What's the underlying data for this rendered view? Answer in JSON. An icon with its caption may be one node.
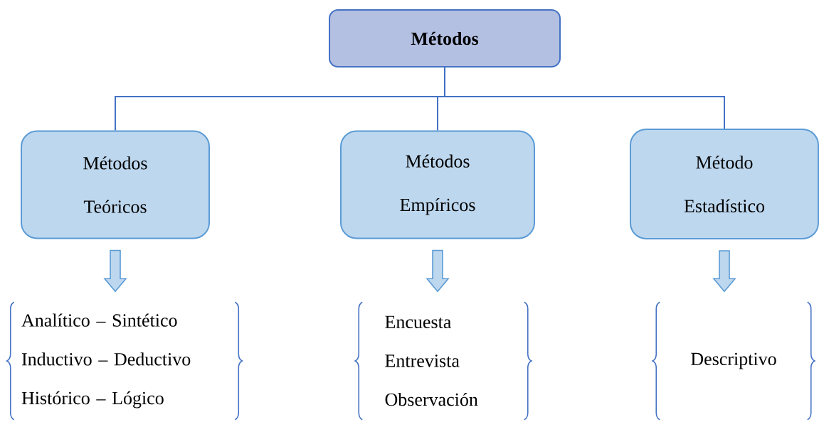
{
  "diagram": {
    "nodes": [
      {
        "text": [
          "Métodos"
        ]
      },
      {
        "text": [
          "Métodos Teóricos"
        ]
      },
      {
        "text": [
          "Métodos Empíricos"
        ]
      },
      {
        "text": [
          "Método Estadístico"
        ]
      },
      {
        "text": [
          "Analítico – Sintético",
          "Inductivo – Deductivo",
          "Histórico – Lógico"
        ]
      },
      {
        "text": [
          "Encuesta",
          "Entrevista",
          "Observación"
        ]
      },
      {
        "text": [
          "Descriptivo"
        ]
      }
    ],
    "edges": [
      {
        "from": 0,
        "to": 1,
        "arrow": "none"
      },
      {
        "from": 0,
        "to": 2,
        "arrow": "none"
      },
      {
        "from": 0,
        "to": 3,
        "arrow": "none"
      },
      {
        "from": 1,
        "to": 4,
        "arrow": "to"
      },
      {
        "from": 2,
        "to": 5,
        "arrow": "to"
      },
      {
        "from": 3,
        "to": 6,
        "arrow": "to"
      }
    ]
  }
}
